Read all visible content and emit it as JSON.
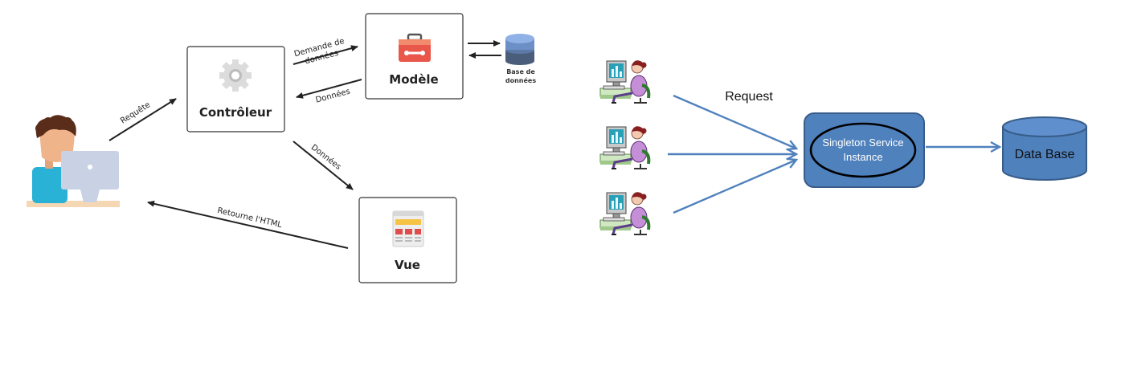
{
  "mvc": {
    "nodes": {
      "controller": "Contrôleur",
      "model": "Modèle",
      "view": "Vue",
      "database": [
        "Base de",
        "données"
      ]
    },
    "edges": {
      "request": "Requête",
      "data_request": [
        "Demande de",
        "données"
      ],
      "data_back": "Données",
      "data_to_view": "Données",
      "return_html": "Retourne l'HTML"
    }
  },
  "singleton": {
    "request_label": "Request",
    "service_label": [
      "Singleton Service",
      "Instance"
    ],
    "database_label": "Data Base",
    "colors": {
      "box_fill": "#4f81bd",
      "box_stroke": "#385d8a",
      "arrow": "#4f81bd"
    }
  }
}
